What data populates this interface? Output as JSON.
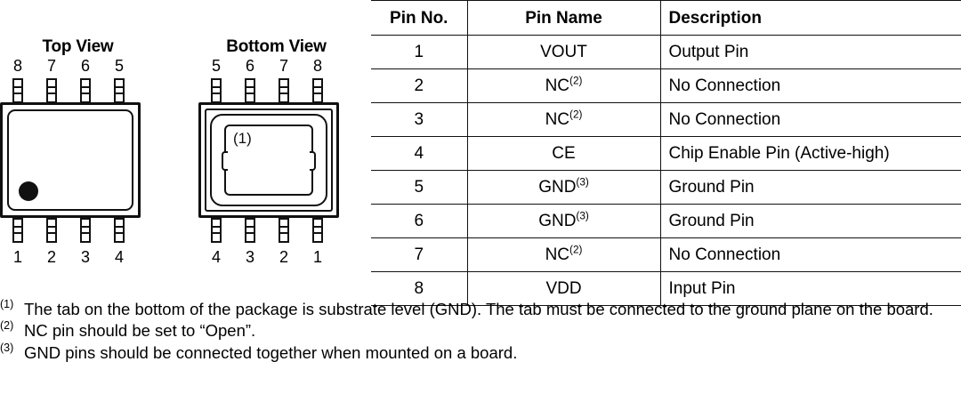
{
  "diagram": {
    "top_view": {
      "title": "Top View",
      "top_pins": [
        "8",
        "7",
        "6",
        "5"
      ],
      "bottom_pins": [
        "1",
        "2",
        "3",
        "4"
      ],
      "marker": "pin1-dot"
    },
    "bottom_view": {
      "title": "Bottom View",
      "top_pins": [
        "5",
        "6",
        "7",
        "8"
      ],
      "bottom_pins": [
        "4",
        "3",
        "2",
        "1"
      ],
      "tab_label": "(1)"
    }
  },
  "table": {
    "headers": [
      "Pin No.",
      "Pin Name",
      "Description"
    ],
    "rows": [
      {
        "no": "1",
        "name": "VOUT",
        "note": "",
        "desc": "Output Pin"
      },
      {
        "no": "2",
        "name": "NC",
        "note": "(2)",
        "desc": "No Connection"
      },
      {
        "no": "3",
        "name": "NC",
        "note": "(2)",
        "desc": "No Connection"
      },
      {
        "no": "4",
        "name": "CE",
        "note": "",
        "desc": "Chip Enable Pin (Active-high)"
      },
      {
        "no": "5",
        "name": "GND",
        "note": "(3)",
        "desc": "Ground Pin"
      },
      {
        "no": "6",
        "name": "GND",
        "note": "(3)",
        "desc": "Ground Pin"
      },
      {
        "no": "7",
        "name": "NC",
        "note": "(2)",
        "desc": "No Connection"
      },
      {
        "no": "8",
        "name": "VDD",
        "note": "",
        "desc": "Input Pin"
      }
    ]
  },
  "footnotes": [
    {
      "mark": "(1)",
      "text": "The tab on the bottom of the package is substrate level (GND). The tab must be connected to the ground plane on the board."
    },
    {
      "mark": "(2)",
      "text": "NC pin should be set to “Open”."
    },
    {
      "mark": "(3)",
      "text": "GND pins should be connected together when mounted on a board."
    }
  ]
}
